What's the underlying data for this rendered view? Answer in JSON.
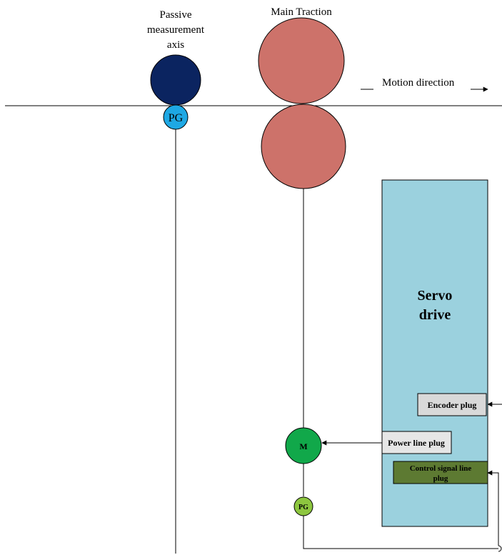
{
  "labels": {
    "passive_axis": [
      "Passive",
      "measurement",
      "axis"
    ],
    "main_traction": "Main Traction",
    "motion_direction": "Motion direction",
    "servo_drive": [
      "Servo",
      "drive"
    ],
    "encoder_plug": "Encoder plug",
    "power_line_plug": "Power line plug",
    "control_signal_plug": [
      "Control signal line",
      "plug"
    ],
    "pg_top": "PG",
    "pg_bottom": "PG",
    "motor": "M"
  },
  "colors": {
    "passive_roller": "#0b2460",
    "main_roller": "#cd726a",
    "pg_top": "#1ea8e4",
    "motor": "#11a84a",
    "pg_bottom": "#8dc63f",
    "servo_box": "#9bd1de",
    "encoder_box": "#d9d9d9",
    "power_box": "#e6e6e6",
    "control_box": "#5d7a32"
  }
}
